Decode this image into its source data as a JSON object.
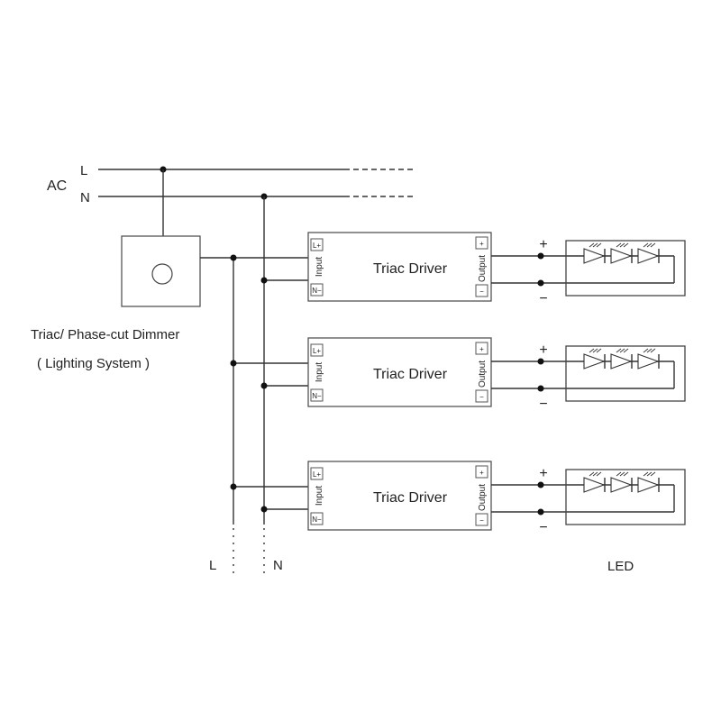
{
  "ac": {
    "label": "AC",
    "line_l": "L",
    "line_n": "N"
  },
  "dimmer": {
    "title": "Triac/ Phase-cut Dimmer",
    "subtitle": "( Lighting System )"
  },
  "drivers": [
    {
      "name": "Triac Driver",
      "input_label": "Input",
      "output_label": "Output",
      "term_l": "L+",
      "term_n": "N−",
      "term_plus": "+",
      "term_minus": "−",
      "pos": "+",
      "neg": "−"
    },
    {
      "name": "Triac Driver",
      "input_label": "Input",
      "output_label": "Output",
      "term_l": "L+",
      "term_n": "N−",
      "term_plus": "+",
      "term_minus": "−",
      "pos": "+",
      "neg": "−"
    },
    {
      "name": "Triac Driver",
      "input_label": "Input",
      "output_label": "Output",
      "term_l": "L+",
      "term_n": "N−",
      "term_plus": "+",
      "term_minus": "−",
      "pos": "+",
      "neg": "−"
    }
  ],
  "bus": {
    "l": "L",
    "n": "N"
  },
  "led_label": "LED"
}
